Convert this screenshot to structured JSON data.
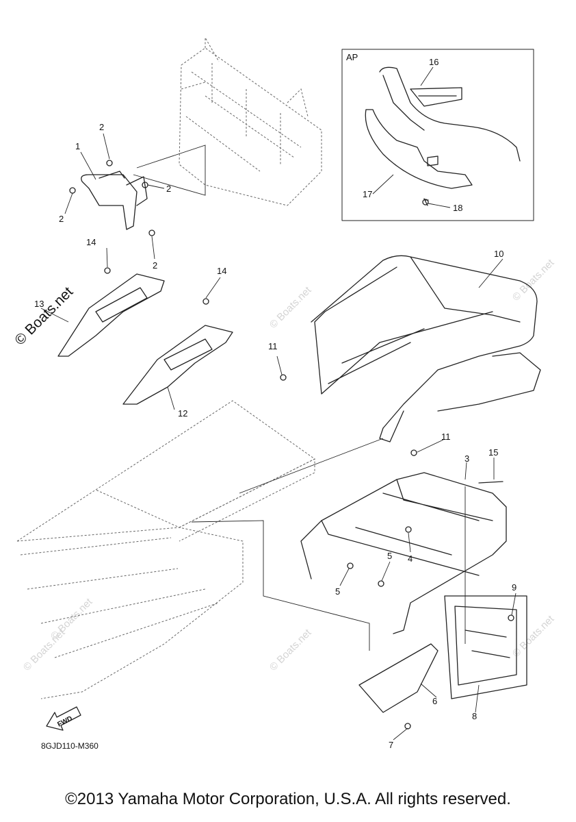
{
  "callouts": {
    "c1": "1",
    "c2a": "2",
    "c2b": "2",
    "c2c": "2",
    "c2d": "2",
    "c3": "3",
    "c4": "4",
    "c5a": "5",
    "c5b": "5",
    "c6": "6",
    "c7": "7",
    "c8": "8",
    "c9": "9",
    "c10": "10",
    "c11a": "11",
    "c11b": "11",
    "c12": "12",
    "c13": "13",
    "c14a": "14",
    "c14b": "14",
    "c15": "15",
    "c16": "16",
    "c17": "17",
    "c18": "18"
  },
  "inset": {
    "label": "AP"
  },
  "watermark": {
    "main": "© Boats.net",
    "faint": "© Boats.net"
  },
  "fwd_label": "FWD",
  "diagram_code": "8GJD110-M360",
  "copyright": "©2013 Yamaha Motor Corporation, U.S.A. All rights reserved."
}
